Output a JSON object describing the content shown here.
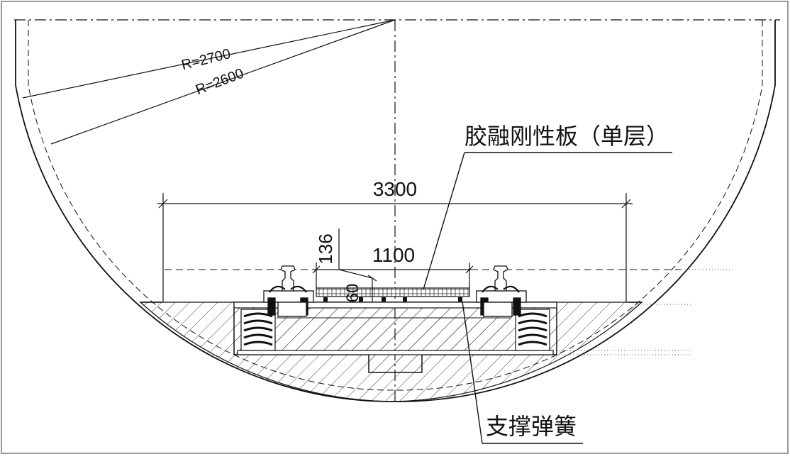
{
  "drawing": {
    "labels": {
      "radius_outer": "R=2700",
      "radius_inner": "R=2600",
      "rubber_plate": "胶融刚性板（单层）",
      "support_spring": "支撑弹簧"
    },
    "dimensions": {
      "width_total": "3300",
      "width_plate": "1100",
      "height_a": "136",
      "height_b": "60"
    },
    "colors": {
      "line": "#111111",
      "frame": "#9a9a9a",
      "hatch": "#333333",
      "background": "#ffffff"
    }
  }
}
